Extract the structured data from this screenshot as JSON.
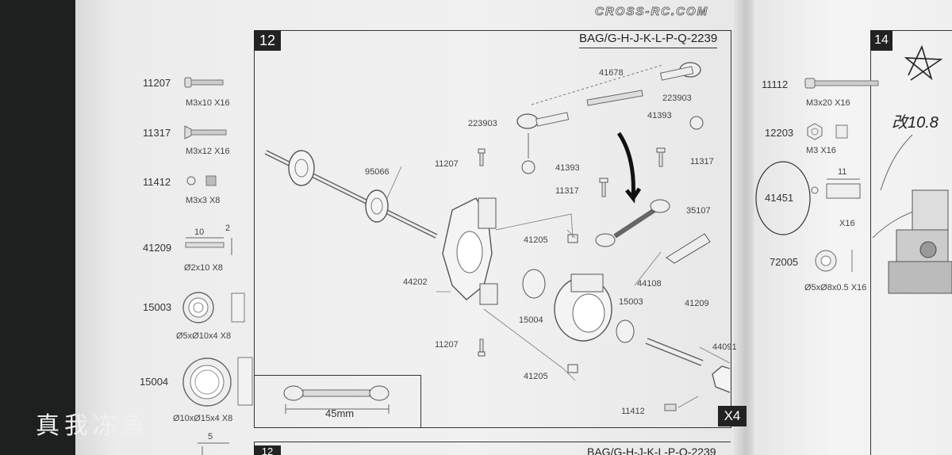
{
  "header": {
    "brand": "CROSS-RC.COM"
  },
  "step_main": {
    "number": "12",
    "bag": "BAG/G-H-J-K-L-P-Q-2239",
    "multiplier": "X4"
  },
  "step_next": {
    "number": "14"
  },
  "step_bottom": {
    "number": "12",
    "bag": "BAG/G-H-J-K-L-P-Q-2239"
  },
  "left_parts": [
    {
      "code": "11207",
      "spec": "M3x10 X16"
    },
    {
      "code": "11317",
      "spec": "M3x12 X16"
    },
    {
      "code": "11412",
      "spec": "M3x3 X8"
    },
    {
      "code": "41209",
      "spec": "Ø2x10 X8",
      "dim_a": "10",
      "dim_b": "2"
    },
    {
      "code": "15003",
      "spec": "Ø5xØ10x4 X8"
    },
    {
      "code": "15004",
      "spec": "Ø10xØ15x4 X8"
    },
    {
      "dim": "5"
    }
  ],
  "right_parts": [
    {
      "code": "11112",
      "spec": "M3x20 X16"
    },
    {
      "code": "12203",
      "spec": "M3 X16"
    },
    {
      "code": "41451",
      "dim": "11",
      "spec": "X16"
    },
    {
      "code": "72005",
      "spec": "Ø5xØ8x0.5 X16"
    }
  ],
  "callouts": {
    "c41678": "41678",
    "c223903a": "223903",
    "c223903b": "223903",
    "c41393a": "41393",
    "c41393b": "41393",
    "c11207a": "11207",
    "c95066": "95066",
    "c11317a": "11317",
    "c11317b": "11317",
    "c35107": "35107",
    "c41205a": "41205",
    "c44202": "44202",
    "c44108": "44108",
    "c15003": "15003",
    "c41209": "41209",
    "c15004": "15004",
    "c11207b": "11207",
    "c41205b": "41205",
    "c44091": "44091",
    "c11412": "11412"
  },
  "inset": {
    "dim": "45mm"
  },
  "handwriting": {
    "note": "改10.8"
  },
  "watermark": "真我冻鱼"
}
